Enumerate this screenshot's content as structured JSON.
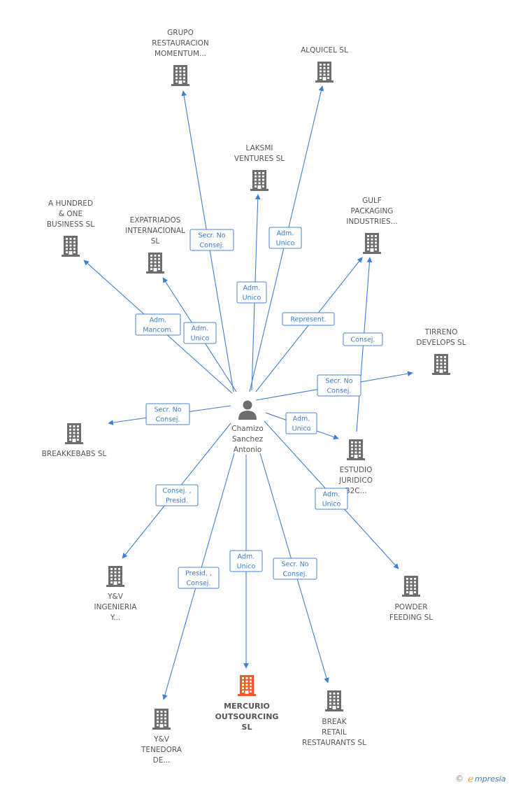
{
  "center": {
    "lines": [
      "Chamizo",
      "Sanchez",
      "Antonio"
    ],
    "icon": "person-icon"
  },
  "companies": [
    {
      "id": "grupo",
      "lines": [
        "GRUPO",
        "RESTAURACION",
        "MOMENTUM..."
      ],
      "highlight": false
    },
    {
      "id": "alquicel",
      "lines": [
        "ALQUICEL SL"
      ],
      "highlight": false
    },
    {
      "id": "laksmi",
      "lines": [
        "LAKSMI",
        "VENTURES SL"
      ],
      "highlight": false
    },
    {
      "id": "hundred",
      "lines": [
        "A HUNDRED",
        "& ONE",
        "BUSINESS  SL"
      ],
      "highlight": false
    },
    {
      "id": "expatriados",
      "lines": [
        "EXPATRIADOS",
        "INTERNACIONAL",
        "SL"
      ],
      "highlight": false
    },
    {
      "id": "gulf",
      "lines": [
        "GULF",
        "PACKAGING",
        "INDUSTRIES..."
      ],
      "highlight": false
    },
    {
      "id": "tirreno",
      "lines": [
        "TIRRENO",
        "DEVELOPS SL"
      ],
      "highlight": false
    },
    {
      "id": "breakkebabs",
      "lines": [
        "BREAKKEBABS SL"
      ],
      "highlight": false
    },
    {
      "id": "estudio",
      "lines": [
        "ESTUDIO",
        "JURIDICO",
        "B2C..."
      ],
      "highlight": false
    },
    {
      "id": "yv-ing",
      "lines": [
        "Y&V",
        "INGENIERIA",
        "Y..."
      ],
      "highlight": false
    },
    {
      "id": "powder",
      "lines": [
        "POWDER",
        "FEEDING  SL"
      ],
      "highlight": false
    },
    {
      "id": "mercurio",
      "lines": [
        "MERCURIO",
        "OUTSOURCING",
        "SL"
      ],
      "highlight": true
    },
    {
      "id": "break-retail",
      "lines": [
        "BREAK",
        "RETAIL",
        "RESTAURANTS SL"
      ],
      "highlight": false
    },
    {
      "id": "yv-ten",
      "lines": [
        "Y&V",
        "TENEDORA",
        "DE..."
      ],
      "highlight": false
    }
  ],
  "relations": [
    {
      "lines": [
        "Secr.  No",
        "Consej."
      ]
    },
    {
      "lines": [
        "Adm.",
        "Unico"
      ]
    },
    {
      "lines": [
        "Adm.",
        "Unico"
      ]
    },
    {
      "lines": [
        "Adm.",
        "Mancom."
      ]
    },
    {
      "lines": [
        "Adm.",
        "Unico"
      ]
    },
    {
      "lines": [
        "Represent."
      ]
    },
    {
      "lines": [
        "Consej."
      ]
    },
    {
      "lines": [
        "Secr.  No",
        "Consej."
      ]
    },
    {
      "lines": [
        "Secr.  No",
        "Consej."
      ]
    },
    {
      "lines": [
        "Adm.",
        "Unico"
      ]
    },
    {
      "lines": [
        "Consej. ,",
        "Presid."
      ]
    },
    {
      "lines": [
        "Adm.",
        "Unico"
      ]
    },
    {
      "lines": [
        "Presid. ,",
        "Consej."
      ]
    },
    {
      "lines": [
        "Adm.",
        "Unico"
      ]
    },
    {
      "lines": [
        "Secr.  No",
        "Consej."
      ]
    }
  ],
  "footer": {
    "copyright_symbol": "©",
    "brand_initial": "e",
    "brand_rest": "mpresia"
  },
  "colors": {
    "edge": "#3f7fd3",
    "building": "#6d6d6d",
    "highlight": "#f05a28",
    "person": "#6d6d6d"
  }
}
